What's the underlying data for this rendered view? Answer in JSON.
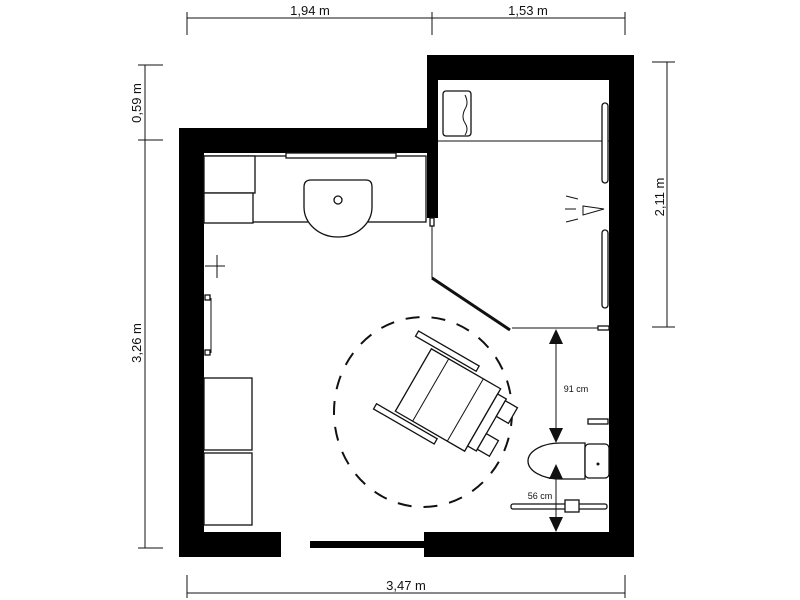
{
  "dimensions": {
    "top_left": "1,94 m",
    "top_right": "1,53 m",
    "left_upper": "0,59 m",
    "left_total": "3,26 m",
    "right_shower": "2,11 m",
    "bottom_total": "3,47 m"
  },
  "clearances": {
    "vertical": "91 cm",
    "toilet_side": "56 cm"
  },
  "colors": {
    "wall": "#000000",
    "line": "#111111",
    "background": "#ffffff"
  }
}
